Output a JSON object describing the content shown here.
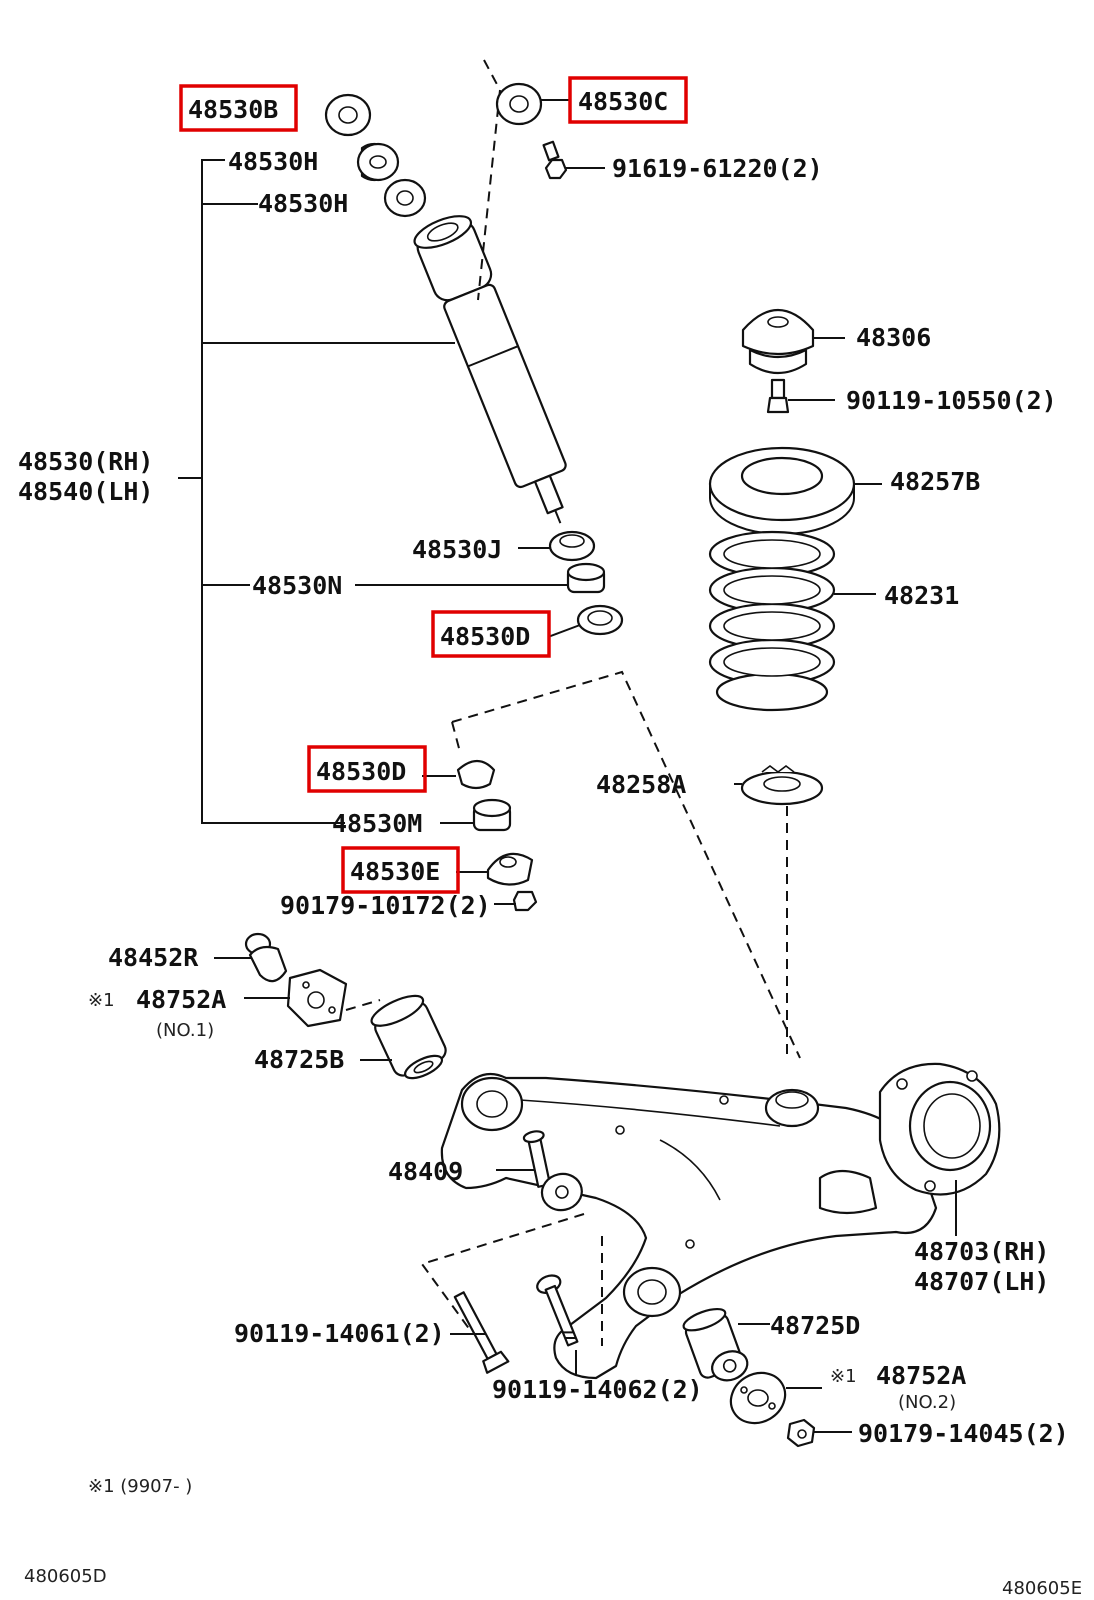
{
  "labels": {
    "p48530b": "48530B",
    "p48530c": "48530C",
    "p48530h_1": "48530H",
    "p48530h_2": "48530H",
    "p91619": "91619-61220(2)",
    "p48306": "48306",
    "p90119_10550": "90119-10550(2)",
    "p48530_rh": "48530(RH)",
    "p48540_lh": "48540(LH)",
    "p48257b": "48257B",
    "p48530j": "48530J",
    "p48530n": "48530N",
    "p48231": "48231",
    "p48530d_1": "48530D",
    "p48530d_2": "48530D",
    "p48258a": "48258A",
    "p48530m": "48530M",
    "p48530e": "48530E",
    "p90179_10172": "90179-10172(2)",
    "p48452r": "48452R",
    "p48752a_1": "48752A",
    "p48752a_1_note": "(NO.1)",
    "p48752a_1_mark": "※1",
    "p48725b": "48725B",
    "p48409": "48409",
    "p48703_rh": "48703(RH)",
    "p48707_lh": "48707(LH)",
    "p90119_14061": "90119-14061(2)",
    "p48725d": "48725D",
    "p48752a_2": "48752A",
    "p48752a_2_note": "(NO.2)",
    "p48752a_2_mark": "※1",
    "p90119_14062": "90119-14062(2)",
    "p90179_14045": "90179-14045(2)",
    "footnote": "※1 (9907-      )",
    "ref_left": "480605D",
    "ref_right": "480605E"
  },
  "highlight_color": "#e00000",
  "highlighted_parts": [
    "48530B",
    "48530C",
    "48530D",
    "48530D",
    "48530E"
  ]
}
